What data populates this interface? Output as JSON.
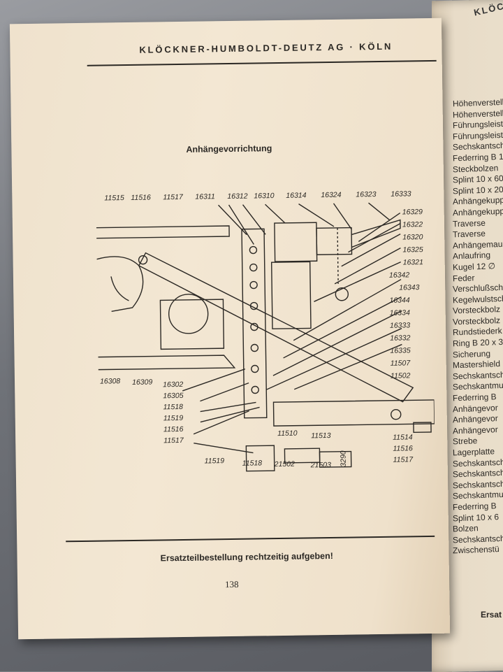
{
  "document": {
    "header": "KLÖCKNER-HUMBOLDT-DEUTZ AG · KÖLN",
    "section_title": "Anhängevorrichtung",
    "footer": "Ersatzteilbestellung rechtzeitig aufgeben!",
    "page_number": "138"
  },
  "diagram": {
    "top_labels": [
      "11515",
      "11516",
      "11517",
      "16311",
      "16312",
      "16310",
      "16314",
      "16324",
      "16323",
      "16333"
    ],
    "right_labels": [
      "16329",
      "16322",
      "16320",
      "16325",
      "16321",
      "16342",
      "16343",
      "16344",
      "16334",
      "16333",
      "16332",
      "16335",
      "11507",
      "11502"
    ],
    "left_labels": [
      "16308",
      "16309",
      "16302",
      "16305",
      "11518",
      "11519",
      "11516",
      "11517"
    ],
    "bottom_labels": [
      "11510",
      "11513",
      "11519",
      "11518",
      "21502",
      "21503"
    ],
    "lower_right_labels": [
      "11514",
      "11516",
      "11517"
    ],
    "figure_code": "3290"
  },
  "right_page": {
    "header": "KLÖC",
    "items": [
      "Höhenverstell",
      "Höhenverstell",
      "Führungsleiste",
      "Führungsleiste",
      "Sechskantschr",
      "Federring B 1",
      "Steckbolzen",
      "Splint 10 x 60",
      "Splint 10 x 20",
      "Anhängekupp",
      "",
      "Anhängekupp",
      "",
      "Traverse",
      "Traverse",
      "Anhängemau",
      "Anlaufring",
      "Kugel 12 ∅",
      "Feder",
      "Verschlußsch",
      "Kegelwulstsch",
      "Vorsteckbolz",
      "Vorsteckbolz",
      "Rundstiederk",
      "Ring B 20 x 3",
      "Sicherung",
      "Mastershield",
      "Sechskantsch",
      "Sechskantmu",
      "Federring B",
      "Anhängevor",
      "Anhängevor",
      "Anhängevor",
      "Strebe",
      "Lagerplatte",
      "Sechskantsch",
      "Sechskantsch",
      "Sechskantsch",
      "Sechskantmu",
      "Federring B",
      "Splint 10 x 6",
      "Bolzen",
      "Sechskantsch",
      "Zwischenstü"
    ],
    "footer": "Ersat"
  }
}
